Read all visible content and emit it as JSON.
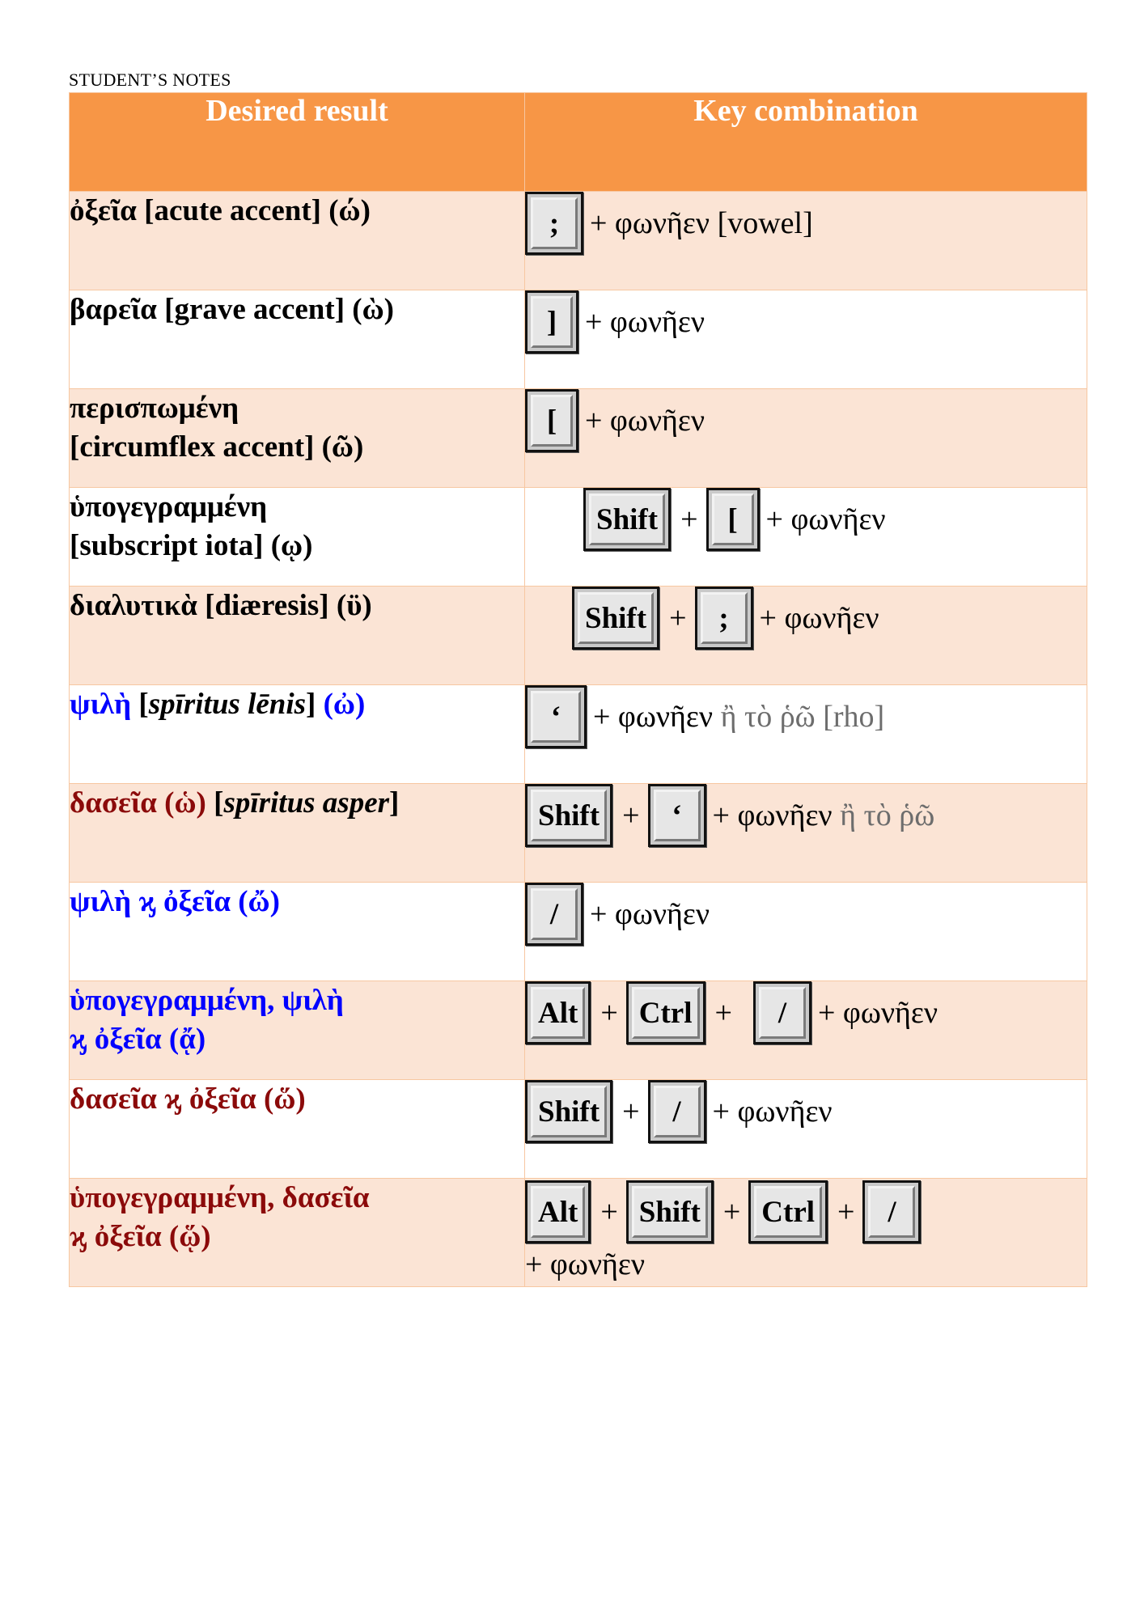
{
  "page_label": "STUDENT’S NOTES",
  "header": {
    "col1": "Desired result",
    "col2": "Key combination"
  },
  "rows": [
    {
      "desc": [
        [
          {
            "t": "ὀξεῖα [acute accent] (ώ)",
            "c": "black"
          }
        ]
      ],
      "keys": ";",
      "after": "+ φωνῆεν [vowel]"
    },
    {
      "desc": [
        [
          {
            "t": "βαρεῖα [grave accent] (ὼ)",
            "c": "black"
          }
        ]
      ],
      "keys": "]",
      "after": "+ φωνῆεν"
    },
    {
      "desc": [
        [
          {
            "t": "περισπωμένη",
            "c": "black"
          }
        ],
        [
          {
            "t": "[circumflex accent] (ῶ)",
            "c": "black"
          }
        ]
      ],
      "keys": "[",
      "after": "+ φωνῆεν"
    },
    {
      "desc": [
        [
          {
            "t": "ὑπογεγραμμένη",
            "c": "black"
          }
        ],
        [
          {
            "t": "[subscript iota] (ῳ)",
            "c": "black"
          }
        ]
      ],
      "key_shift": "Shift",
      "key_bracket": "[",
      "plus": "+",
      "after": "+ φωνῆεν"
    },
    {
      "desc": [
        [
          {
            "t": "διαλυτικὰ [diæresis] (ϋ)",
            "c": "black"
          }
        ]
      ],
      "key_shift": "Shift",
      "key_semicolon": ";",
      "plus": "+",
      "after": "+ φωνῆεν"
    },
    {
      "desc_a": "ψιλὴ",
      "desc_b": "[",
      "desc_c": "spīritus lēnis",
      "desc_d": "]",
      "desc_e": "(ὠ)",
      "keys": "‘",
      "after": "+ φωνῆεν",
      "after_gray": "ἢ τὸ ῥῶ [rho]"
    },
    {
      "desc_a": "δασεῖα (ὡ)",
      "desc_b": "[",
      "desc_c": "spīritus asper",
      "desc_d": "]",
      "key_shift": "Shift",
      "key_quote": "‘",
      "plus": "+",
      "after": "+ φωνῆεν",
      "after_gray": "ἢ τὸ ῥῶ"
    },
    {
      "desc": "ψιλὴ ϗ ὀξεῖα (ὤ)",
      "keys": "/",
      "after": "+ φωνῆεν"
    },
    {
      "desc_line1": "ὑπογεγραμμένη, ψιλὴ",
      "desc_line2": "ϗ ὀξεῖα (ᾄ)",
      "key_alt": "Alt",
      "key_ctrl": "Ctrl",
      "key_slash": "/",
      "plus": "+",
      "after": "+ φωνῆεν"
    },
    {
      "desc": "δασεῖα ϗ ὀξεῖα (ὥ)",
      "key_shift": "Shift",
      "key_slash": "/",
      "plus": "+",
      "after": "+ φωνῆεν"
    },
    {
      "desc_line1": "ὑπογεγραμμένη, δασεῖα",
      "desc_line2": "ϗ ὀξεῖα (ᾥ)",
      "key_alt": "Alt",
      "key_shift": "Shift",
      "key_ctrl": "Ctrl",
      "key_slash": "/",
      "plus": "+",
      "after": "+ φωνῆεν"
    }
  ],
  "colors": {
    "header_bg": "#f79646",
    "band_bg": "#fbe4d5",
    "blue_text": "#0000ff",
    "red_text": "#8b0a0a",
    "gray_text": "#6d6d6d"
  }
}
